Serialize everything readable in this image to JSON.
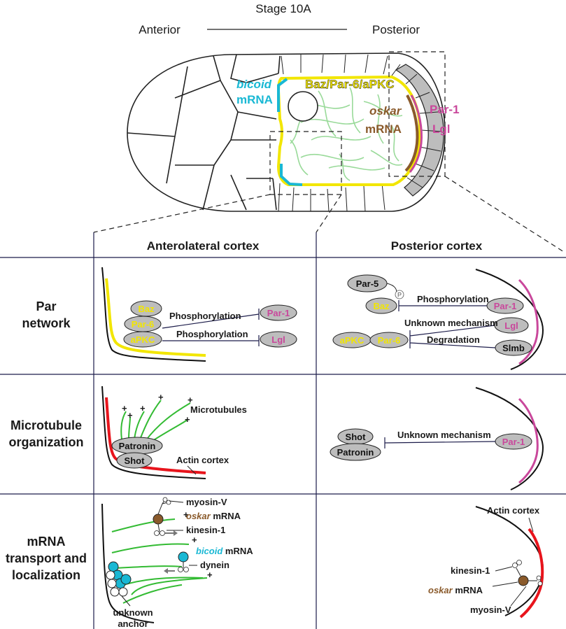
{
  "header": {
    "stage": "Stage 10A",
    "anterior": "Anterior",
    "posterior": "Posterior"
  },
  "oocyte": {
    "bicoid_1": "bicoid",
    "bicoid_2": "mRNA",
    "complex": "Baz/Par-6/aPKC",
    "oskar_1": "oskar",
    "oskar_2": "mRNA",
    "par1": "Par-1",
    "lgl": "Lgl"
  },
  "columns": {
    "anterolateral": "Anterolateral cortex",
    "posterior": "Posterior cortex"
  },
  "rows": {
    "par_1": "Par",
    "par_2": "network",
    "mt_1": "Microtubule",
    "mt_2": "organization",
    "mrna_1": "mRNA",
    "mrna_2": "transport and",
    "mrna_3": "localization"
  },
  "par_anterolateral": {
    "baz": "Baz",
    "par6": "Par-6",
    "apkc": "aPKC",
    "par1": "Par-1",
    "lgl": "Lgl",
    "phos1": "Phosphorylation",
    "phos2": "Phosphorylation"
  },
  "par_posterior": {
    "par5": "Par-5",
    "p": "P",
    "baz": "Baz",
    "par1": "Par-1",
    "lgl": "Lgl",
    "slmb": "Slmb",
    "apkc": "aPKC",
    "par6": "Par-6",
    "phos": "Phosphorylation",
    "unknown": "Unknown mechanism",
    "degradation": "Degradation"
  },
  "mt_anterolateral": {
    "microtubules": "Microtubules",
    "patronin": "Patronin",
    "shot": "Shot",
    "actin": "Actin cortex",
    "plus": "+"
  },
  "mt_posterior": {
    "shot": "Shot",
    "patronin": "Patronin",
    "unknown": "Unknown mechanism",
    "par1": "Par-1"
  },
  "mrna_anterolateral": {
    "myosin": "myosin-V",
    "oskar": "oskar",
    "oskar_mrna": " mRNA",
    "kinesin": "kinesin-1",
    "bicoid": "bicoid",
    "bicoid_mrna": " mRNA",
    "dynein": "dynein",
    "anchor_1": "unknown",
    "anchor_2": "anchor"
  },
  "mrna_posterior": {
    "actin": "Actin cortex",
    "kinesin": "kinesin-1",
    "oskar": "oskar",
    "oskar_mrna": " mRNA",
    "myosin": "myosin-V"
  },
  "colors": {
    "yellow": "#f2e600",
    "cyan": "#19b8d4",
    "brown": "#8a5a2b",
    "magenta": "#c9479b",
    "green": "#33bb33",
    "red": "#e8141c",
    "grey": "#bdbdbd",
    "navy": "#1c1c4a"
  }
}
